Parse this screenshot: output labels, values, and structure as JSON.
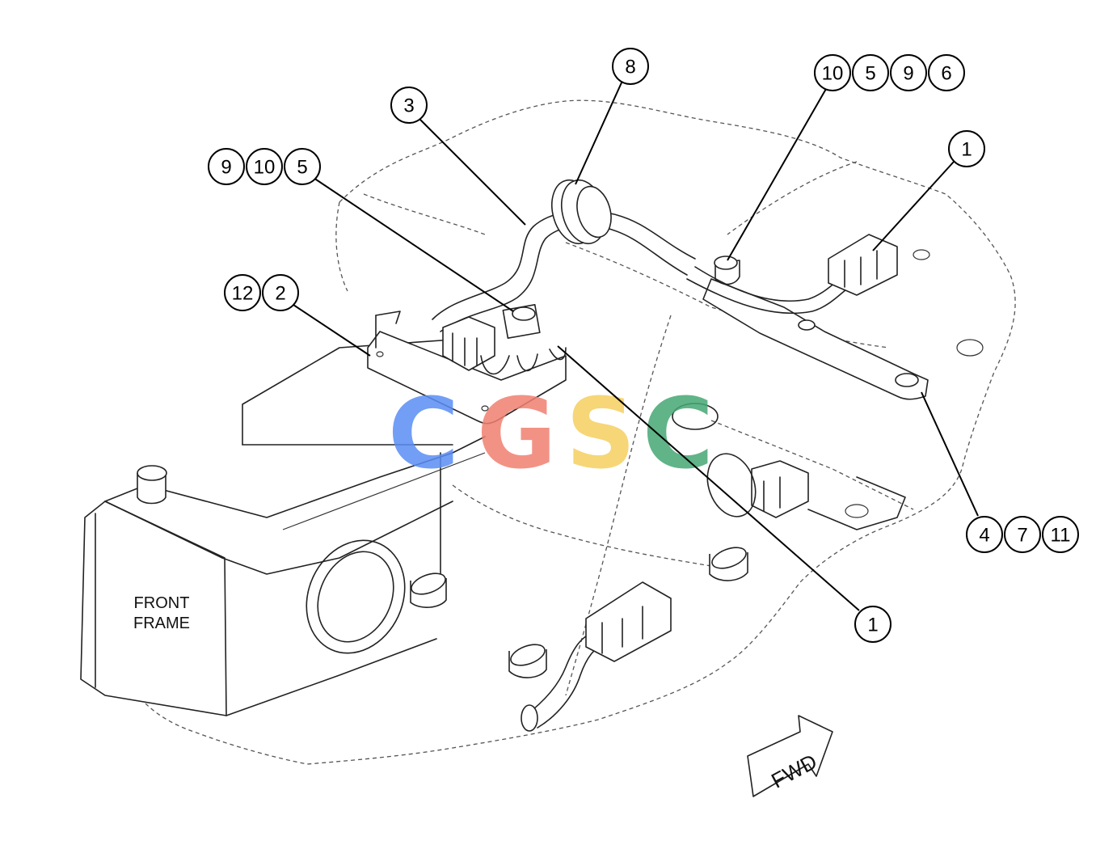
{
  "frame_label": {
    "line1": "FRONT",
    "line2": "FRAME"
  },
  "direction_label": "FWD",
  "watermark": {
    "letters": [
      {
        "char": "C",
        "color": "#5a8ef5"
      },
      {
        "char": "G",
        "color": "#f08070"
      },
      {
        "char": "S",
        "color": "#f5d060"
      },
      {
        "char": "C",
        "color": "#45a874"
      }
    ]
  },
  "callouts": [
    {
      "numbers": [
        "8"
      ]
    },
    {
      "numbers": [
        "3"
      ]
    },
    {
      "numbers": [
        "9",
        "10",
        "5"
      ]
    },
    {
      "numbers": [
        "10",
        "5",
        "9",
        "6"
      ]
    },
    {
      "numbers": [
        "1"
      ]
    },
    {
      "numbers": [
        "12",
        "2"
      ]
    },
    {
      "numbers": [
        "4",
        "7",
        "11"
      ]
    },
    {
      "numbers": [
        "1"
      ]
    }
  ]
}
